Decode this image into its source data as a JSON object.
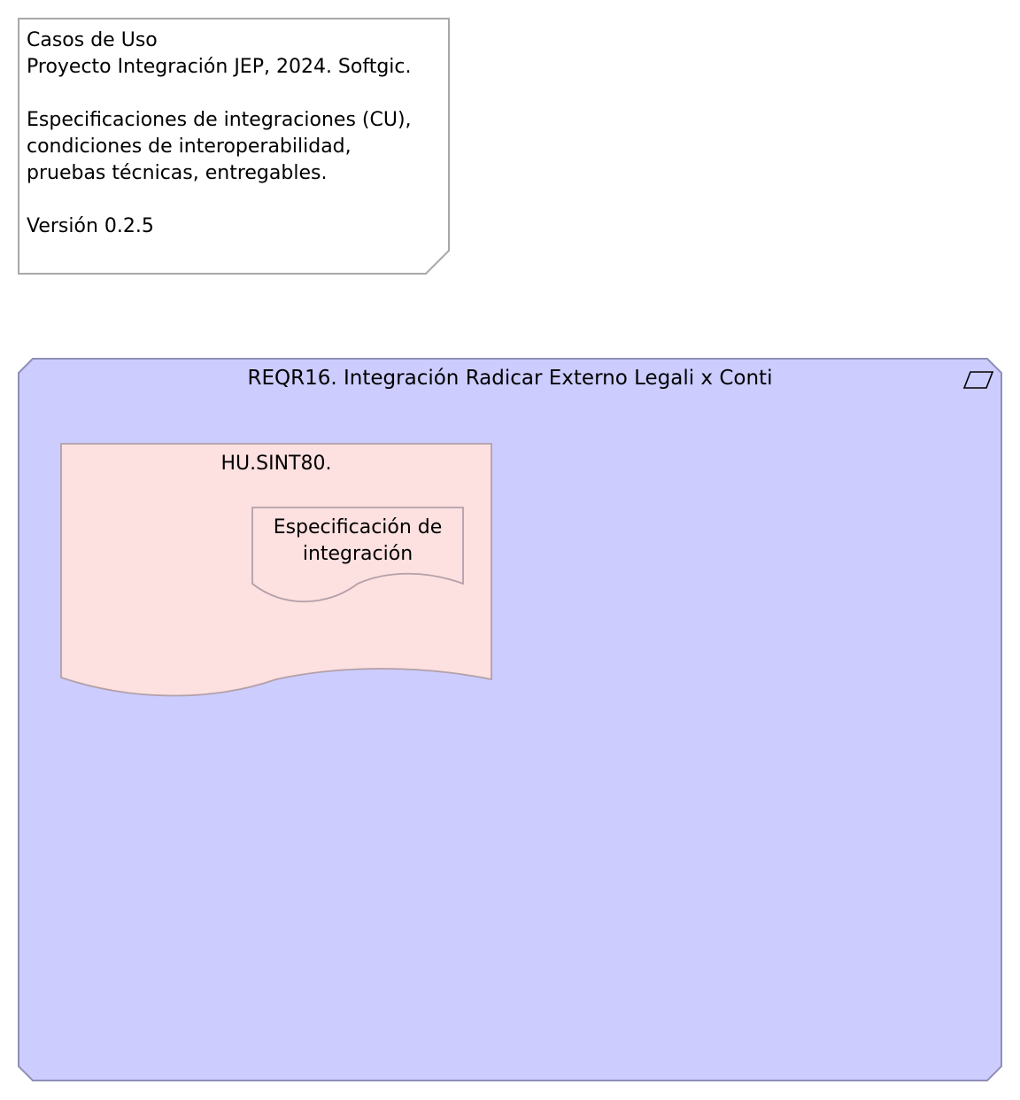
{
  "note": {
    "lines": [
      "Casos de Uso",
      "Proyecto Integración JEP, 2024. Softgic.",
      "",
      "Especificaciones de integraciones (CU),",
      "condiciones de interoperabilidad,",
      "pruebas técnicas, entregables.",
      "",
      "Versión 0.2.5"
    ]
  },
  "group": {
    "title": "REQR16. Integración Radicar Externo Legali x Conti",
    "icon": "parallelogram-icon",
    "fill": "#ccccff",
    "stroke": "#8f8fb8"
  },
  "user_story": {
    "title": "HU.SINT80.",
    "fill": "#fde0e0",
    "stroke": "#b3a0a8"
  },
  "representation": {
    "label": "Especificación de integración",
    "fill": "#fde0e0",
    "stroke": "#b3a0a8"
  }
}
